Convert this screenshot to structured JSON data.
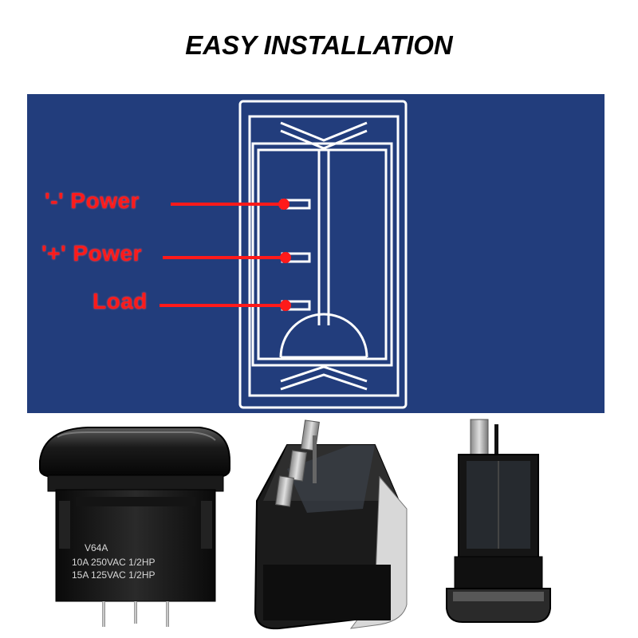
{
  "title": "EASY INSTALLATION",
  "terminals": [
    {
      "label": "'-' Power"
    },
    {
      "label": "'+' Power"
    },
    {
      "label": "Load"
    }
  ],
  "switch_marking": {
    "model": "V64A",
    "rating_line_1": "10A 250VAC 1/2HP",
    "rating_line_2": "15A 125VAC 1/2HP"
  },
  "colors": {
    "panel": "#223d7c",
    "diagram_line": "#ffffff",
    "wire": "#ff1a1a",
    "switch_body": "#111111"
  }
}
